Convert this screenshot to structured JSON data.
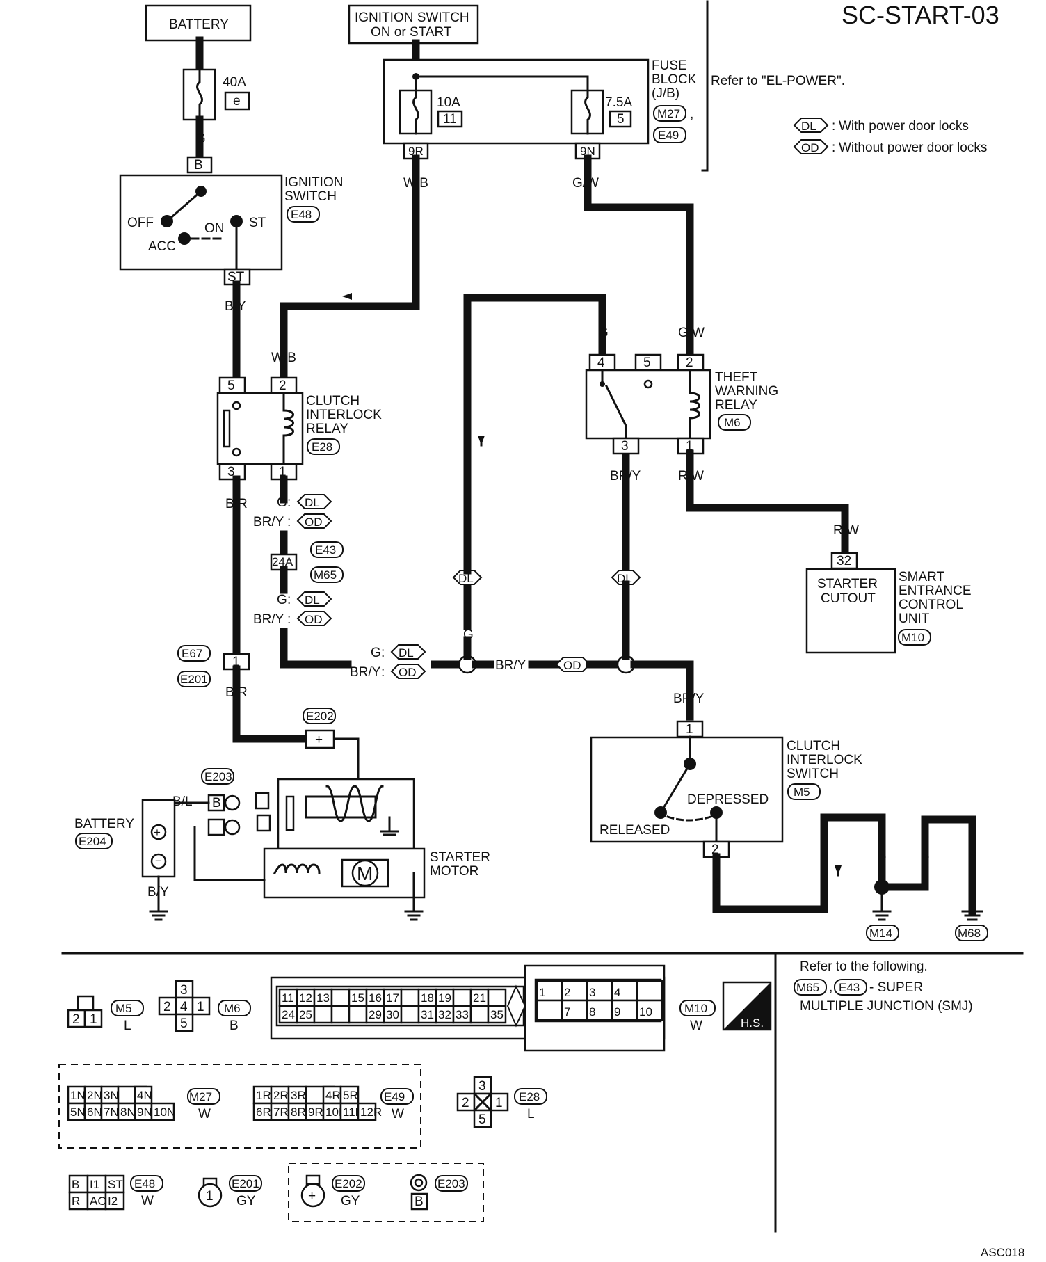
{
  "title": "SC-START-03",
  "fig_code": "ASC018",
  "refer_power": "Refer to \"EL-POWER\".",
  "legend": {
    "dl": "With power door locks",
    "od": "Without power door locks"
  },
  "components": {
    "battery_top": "BATTERY",
    "ign_switch_box": [
      "IGNITION SWITCH",
      "ON or START"
    ],
    "fuse_block": [
      "FUSE",
      "BLOCK",
      "(J/B)"
    ],
    "ignition_switch": [
      "IGNITION",
      "SWITCH"
    ],
    "clutch_relay": [
      "CLUTCH",
      "INTERLOCK",
      "RELAY"
    ],
    "theft_relay": [
      "THEFT",
      "WARNING",
      "RELAY"
    ],
    "smart_unit": [
      "SMART",
      "ENTRANCE",
      "CONTROL",
      "UNIT"
    ],
    "starter_cutout": [
      "STARTER",
      "CUTOUT"
    ],
    "clutch_switch": [
      "CLUTCH",
      "INTERLOCK",
      "SWITCH"
    ],
    "battery_bottom": "BATTERY",
    "starter_motor": [
      "STARTER",
      "MOTOR"
    ]
  },
  "fuses": {
    "main": "40A",
    "main_code": "e",
    "f1": "10A",
    "f1_no": "11",
    "f2": "7.5A",
    "f2_no": "5"
  },
  "switch_pos": {
    "off": "OFF",
    "acc": "ACC",
    "on": "ON",
    "st": "ST",
    "released": "RELEASED",
    "depressed": "DEPRESSED"
  },
  "wires": {
    "g": "G",
    "wb": "W/B",
    "gw": "G/W",
    "by": "B/Y",
    "br": "B/R",
    "bry": "BR/Y",
    "rw": "R/W",
    "bl": "B/L",
    "b": "B"
  },
  "conn": {
    "dl": "DL",
    "od": "OD",
    "m27": "M27",
    "e49": "E49",
    "e48": "E48",
    "e28": "E28",
    "m6": "M6",
    "m10": "M10",
    "e43": "E43",
    "m65": "M65",
    "e67": "E67",
    "e201": "E201",
    "e202": "E202",
    "e203": "E203",
    "e204": "E204",
    "m5": "M5",
    "m14": "M14",
    "m68": "M68",
    "p9r": "9R",
    "p9n": "9N",
    "pB": "B",
    "pST": "ST",
    "p24a": "24A",
    "p32": "32"
  },
  "connector_table": {
    "m5": {
      "pins": [
        "2",
        "1"
      ],
      "color": "L"
    },
    "m6": {
      "pins": [
        "3",
        "2",
        "4",
        "1",
        "5"
      ],
      "color": "B"
    },
    "m10": {
      "row1": [
        "11",
        "12",
        "13",
        "",
        "15",
        "16",
        "17",
        "",
        "18",
        "19",
        "",
        "21",
        ""
      ],
      "row2": [
        "24",
        "25",
        "",
        "",
        "",
        "29",
        "30",
        "",
        "31",
        "32",
        "33",
        "",
        "35"
      ],
      "right1": [
        "1",
        "2",
        "3",
        "4",
        ""
      ],
      "right2": [
        "",
        "7",
        "8",
        "9",
        "10"
      ],
      "color": "W"
    },
    "hs": "H.S.",
    "m27": {
      "row1": [
        "1N",
        "2N",
        "3N",
        "",
        "4N"
      ],
      "row2": [
        "5N",
        "6N",
        "7N",
        "8N",
        "9N",
        "10N"
      ],
      "color": "W"
    },
    "e49": {
      "row1": [
        "1R",
        "2R",
        "3R",
        "",
        "4R",
        "5R"
      ],
      "row2": [
        "6R",
        "7R",
        "8R",
        "9R",
        "10R",
        "11R",
        "12R"
      ],
      "color": "W"
    },
    "e28": {
      "pins": [
        "3",
        "2",
        "1",
        "5"
      ],
      "color": "L"
    },
    "e48": {
      "row1": [
        "B",
        "I1",
        "ST"
      ],
      "row2": [
        "R",
        "AC",
        "I2"
      ],
      "color": "W"
    },
    "e201": {
      "pin": "1",
      "color": "GY"
    },
    "e202": {
      "pin": "+",
      "color": "GY"
    },
    "e203": {
      "pin": "B"
    },
    "refer": [
      "Refer to the following.",
      "- SUPER",
      "MULTIPLE JUNCTION (SMJ)"
    ]
  }
}
